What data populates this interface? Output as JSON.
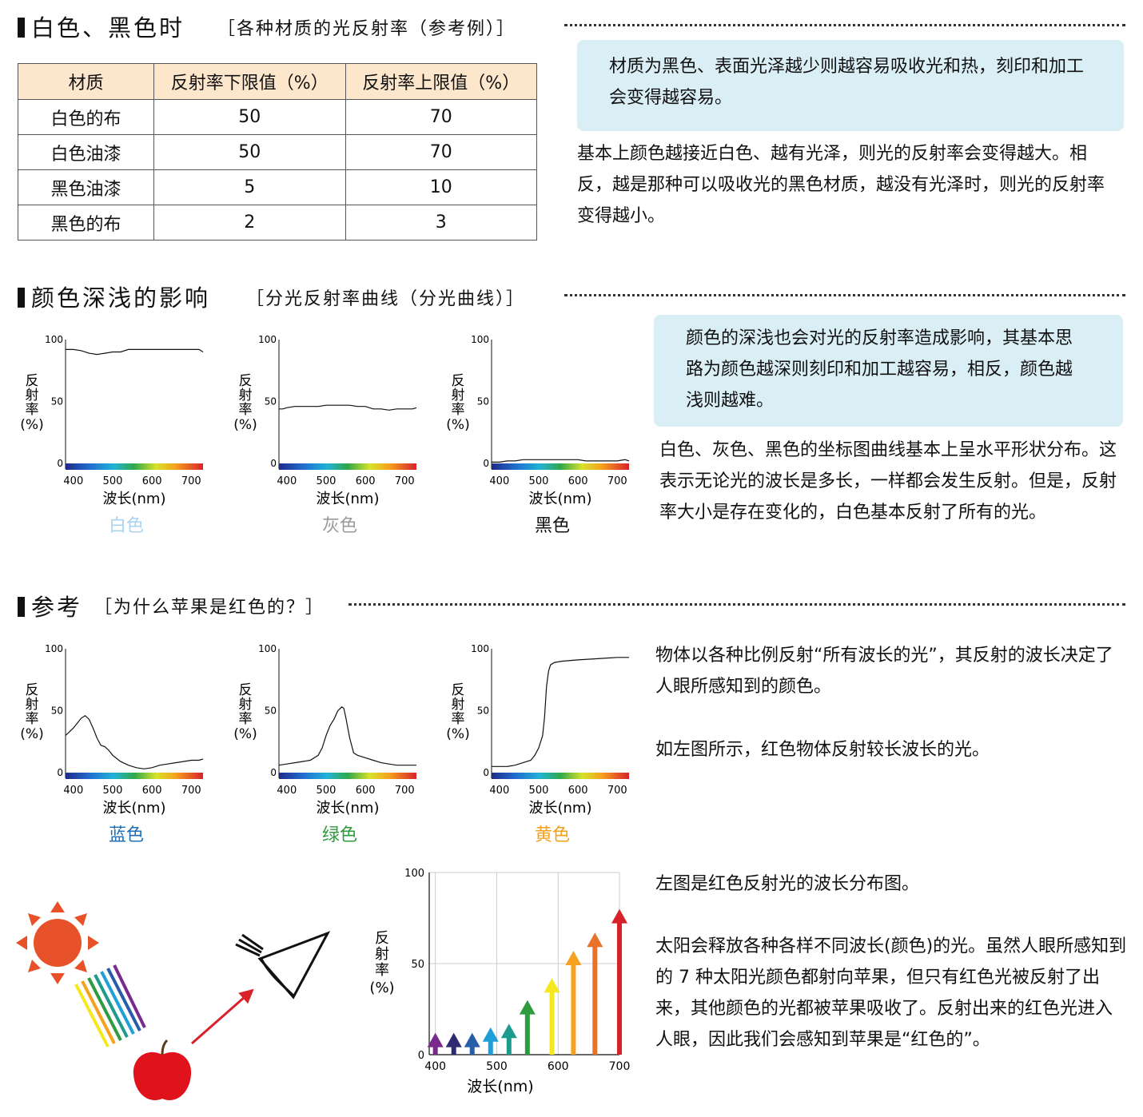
{
  "section1": {
    "title": "白色、黑色时",
    "subtitle": "［各种材质的光反射率（参考例）］",
    "table": {
      "headers": [
        "材质",
        "反射率下限值（%）",
        "反射率上限值（%）"
      ],
      "rows": [
        [
          "白色的布",
          "50",
          "70"
        ],
        [
          "白色油漆",
          "50",
          "70"
        ],
        [
          "黑色油漆",
          "5",
          "10"
        ],
        [
          "黑色的布",
          "2",
          "3"
        ]
      ]
    },
    "note": "材质为黑色、表面光泽越少则越容易吸收光和热，刻印和加工会变得越容易。",
    "body": "基本上颜色越接近白色、越有光泽，则光的反射率会变得越大。相反，越是那种可以吸收光的黑色材质，越没有光泽时，则光的反射率变得越小。"
  },
  "section2": {
    "title": "颜色深浅的影响",
    "subtitle": "［分光反射率曲线（分光曲线）］",
    "note": "颜色的深浅也会对光的反射率造成影响，其基本思路为颜色越深则刻印和加工越容易，相反，颜色越浅则越难。",
    "body": "白色、灰色、黑色的坐标图曲线基本上呈水平形状分布。这表示无论光的波长是多长，一样都会发生反射。但是，反射率大小是存在变化的，白色基本反射了所有的光。"
  },
  "section3": {
    "title": "参考",
    "subtitle": "［为什么苹果是红色的？］",
    "text1": "物体以各种比例反射“所有波长的光”，其反射的波长决定了人眼所感知到的颜色。",
    "text2": "如左图所示，红色物体反射较长波长的光。",
    "text3": "左图是红色反射光的波长分布图。",
    "text4": "太阳会释放各种各样不同波长(颜色)的光。虽然人眼所感知到的 7 种太阳光颜色都射向苹果，但只有红色光被反射了出来，其他颜色的光都被苹果吸收了。反射出来的红色光进入人眼，因此我们会感知到苹果是“红色的”。"
  },
  "axis": {
    "ylabel": "反射率",
    "yunit": "(%)",
    "xlabel": "波长(nm)",
    "yticks": [
      "0",
      "50",
      "100"
    ],
    "xticks": [
      "400",
      "500",
      "600",
      "700"
    ]
  },
  "chart_data": [
    {
      "type": "line",
      "caption": "白色",
      "caption_color": "#a9d4ef",
      "ylim": [
        0,
        100
      ],
      "xlim": [
        380,
        730
      ],
      "x": [
        380,
        400,
        420,
        440,
        460,
        480,
        500,
        520,
        540,
        560,
        580,
        600,
        620,
        640,
        660,
        680,
        700,
        720,
        730
      ],
      "y": [
        92,
        92,
        91,
        89,
        88,
        89,
        90,
        90,
        92,
        92,
        92,
        92,
        92,
        92,
        92,
        92,
        92,
        92,
        90
      ]
    },
    {
      "type": "line",
      "caption": "灰色",
      "caption_color": "#9a9a9a",
      "ylim": [
        0,
        100
      ],
      "xlim": [
        380,
        730
      ],
      "x": [
        380,
        390,
        400,
        420,
        440,
        460,
        480,
        500,
        520,
        540,
        560,
        580,
        600,
        620,
        640,
        660,
        680,
        700,
        720,
        730
      ],
      "y": [
        44,
        44,
        45,
        46,
        46,
        46,
        46,
        47,
        47,
        47,
        47,
        46,
        46,
        44,
        44,
        43,
        44,
        44,
        44,
        45
      ]
    },
    {
      "type": "line",
      "caption": "黑色",
      "caption_color": "#111111",
      "ylim": [
        0,
        100
      ],
      "xlim": [
        380,
        730
      ],
      "x": [
        380,
        400,
        420,
        440,
        460,
        480,
        500,
        520,
        540,
        560,
        580,
        600,
        620,
        640,
        660,
        680,
        700,
        720,
        730
      ],
      "y": [
        1,
        1,
        2,
        2,
        3,
        3,
        3,
        3,
        3,
        3,
        3,
        3,
        2,
        2,
        2,
        2,
        2,
        3,
        2
      ]
    },
    {
      "type": "line",
      "caption": "蓝色",
      "caption_color": "#1e6fb6",
      "ylim": [
        0,
        100
      ],
      "xlim": [
        380,
        730
      ],
      "x": [
        380,
        400,
        420,
        430,
        440,
        450,
        460,
        470,
        480,
        490,
        500,
        520,
        540,
        560,
        580,
        600,
        620,
        640,
        660,
        680,
        700,
        720,
        730
      ],
      "y": [
        30,
        36,
        44,
        46,
        43,
        36,
        28,
        22,
        21,
        18,
        14,
        9,
        6,
        4,
        3,
        4,
        6,
        7,
        8,
        9,
        10,
        10,
        11
      ]
    },
    {
      "type": "line",
      "caption": "绿色",
      "caption_color": "#2f9a3e",
      "ylim": [
        0,
        100
      ],
      "xlim": [
        380,
        730
      ],
      "x": [
        380,
        400,
        420,
        440,
        460,
        480,
        490,
        500,
        510,
        520,
        530,
        540,
        545,
        550,
        560,
        570,
        580,
        600,
        620,
        640,
        660,
        680,
        700,
        720,
        730
      ],
      "y": [
        6,
        7,
        8,
        9,
        10,
        14,
        20,
        30,
        38,
        43,
        50,
        53,
        52,
        45,
        28,
        16,
        14,
        12,
        10,
        8,
        7,
        6,
        6,
        6,
        6
      ]
    },
    {
      "type": "line",
      "caption": "黄色",
      "caption_color": "#f2a11d",
      "ylim": [
        0,
        100
      ],
      "xlim": [
        380,
        730
      ],
      "x": [
        380,
        400,
        420,
        440,
        460,
        480,
        490,
        500,
        510,
        515,
        520,
        525,
        530,
        540,
        560,
        600,
        650,
        700,
        730
      ],
      "y": [
        5,
        5,
        5,
        6,
        8,
        10,
        14,
        20,
        30,
        45,
        70,
        82,
        87,
        89,
        90,
        91,
        92,
        93,
        93
      ]
    },
    {
      "type": "bar",
      "caption": "",
      "ylim": [
        0,
        100
      ],
      "xlim": [
        390,
        700
      ],
      "categories": [
        "400",
        "430",
        "460",
        "490",
        "520",
        "550",
        "590",
        "625",
        "660",
        "700"
      ],
      "values": [
        12,
        12,
        12,
        15,
        17,
        30,
        42,
        57,
        67,
        80
      ],
      "colors": [
        "#7a2a8c",
        "#2c2a70",
        "#285da7",
        "#1f9fd8",
        "#1e9b8f",
        "#2e9b3e",
        "#f5e81e",
        "#f6a21e",
        "#e9722a",
        "#d8222a"
      ]
    }
  ],
  "colors": {
    "note_bg": "#daeef6",
    "table_header_bg": "#fce6cc",
    "sun": "#e8522a",
    "apple": "#e0131c",
    "arrow": "#d8222a"
  },
  "illustration": {
    "icons": [
      "sun-icon",
      "apple-icon",
      "eye-icon",
      "light-rays-icon",
      "reflection-arrow-icon"
    ]
  }
}
